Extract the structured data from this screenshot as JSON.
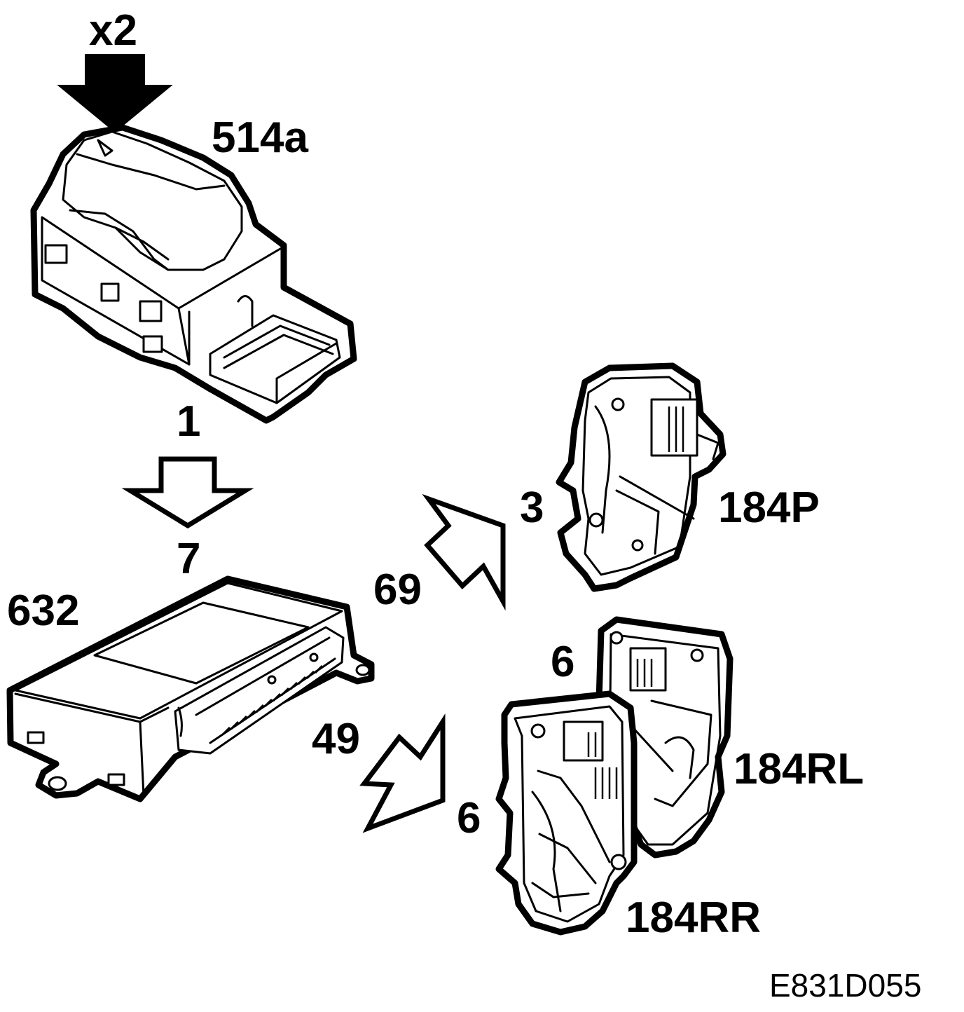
{
  "labels": {
    "multiplier": "x2",
    "switch_part": "514a",
    "signal_from_switch": "1",
    "signal_to_module": "7",
    "module_part": "632",
    "signal_to_front_lock": "69",
    "front_lock_pin": "3",
    "front_lock_part": "184P",
    "signal_to_rear_locks": "49",
    "rear_left_pin": "6",
    "rear_left_part": "184RL",
    "rear_right_pin": "6",
    "rear_right_part": "184RR",
    "figure_ref": "E831D055"
  },
  "colors": {
    "ink": "#000000",
    "paper": "#ffffff"
  },
  "icons": [
    "press-arrow-icon",
    "hollow-arrow-icon"
  ]
}
